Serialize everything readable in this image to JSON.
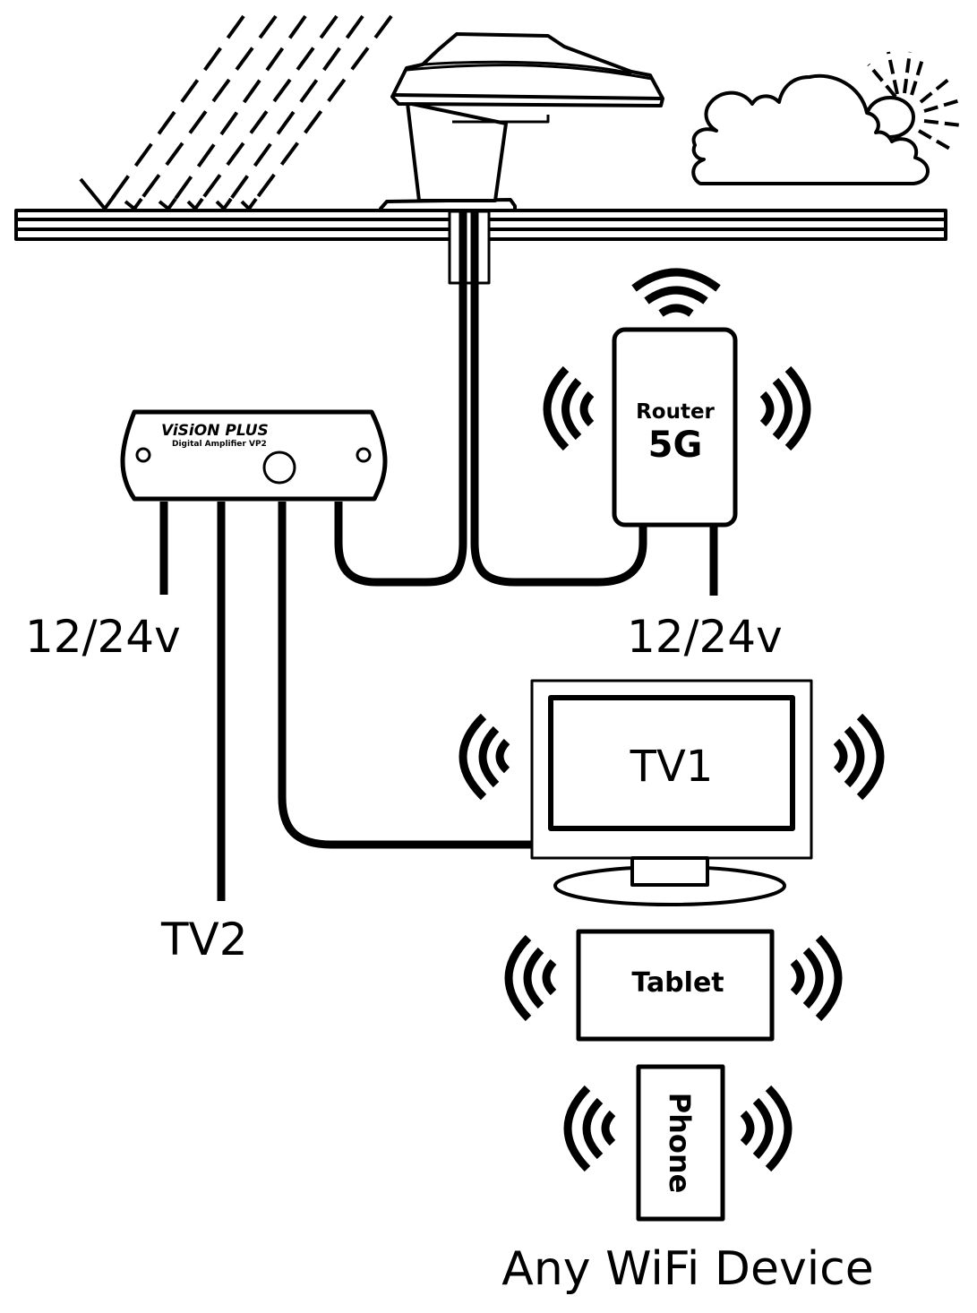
{
  "diagram": {
    "title": "Vision Plus 5G WiFi antenna installation diagram",
    "colors": {
      "ink": "#000000",
      "background": "#ffffff"
    },
    "roof": {
      "name": "roof"
    },
    "weather": {
      "rain": "rain",
      "cloud": "cloud",
      "sun": "sun"
    },
    "antenna": {
      "name": "roof-mounted antenna dome"
    },
    "amplifier": {
      "brand": "ViSiON PLUS",
      "model": "Digital Amplifier VP2"
    },
    "router": {
      "line1": "Router",
      "line2": "5G",
      "power_label": "12/24v"
    },
    "amplifier_power_label": "12/24v",
    "tv1": {
      "label": "TV1"
    },
    "tv2": {
      "label": "TV2"
    },
    "tablet": {
      "label": "Tablet"
    },
    "phone": {
      "label": "Phone"
    },
    "footer_caption": "Any WiFi Device",
    "connections": [
      {
        "from": "antenna",
        "to": "amplifier"
      },
      {
        "from": "antenna",
        "to": "router"
      },
      {
        "from": "amplifier",
        "to": "power-12-24v"
      },
      {
        "from": "amplifier",
        "to": "tv2"
      },
      {
        "from": "amplifier",
        "to": "tv1"
      },
      {
        "from": "router",
        "to": "power-12-24v"
      },
      {
        "from": "router",
        "to": "wifi-devices",
        "type": "wireless"
      }
    ]
  }
}
